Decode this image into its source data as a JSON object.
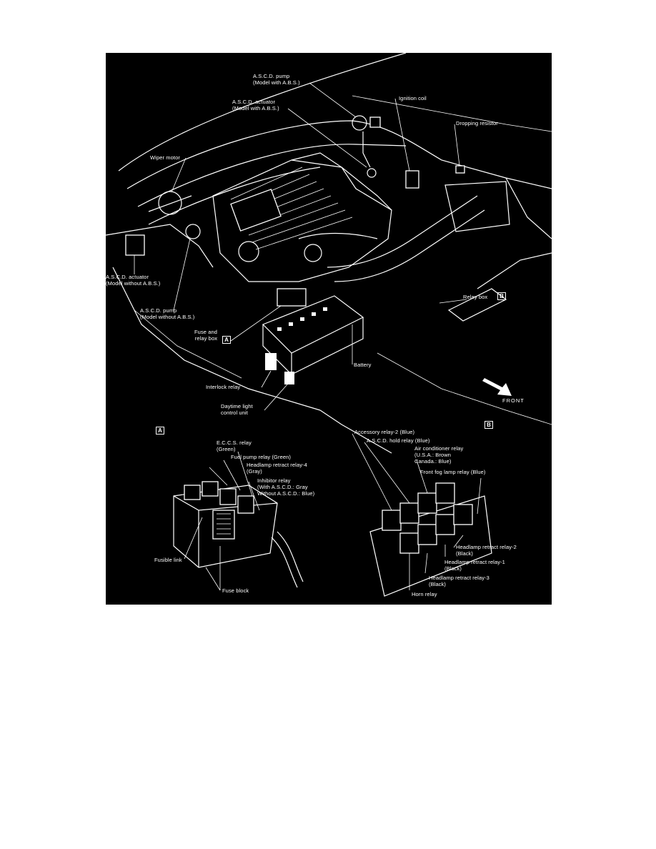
{
  "colors": {
    "background": "#000000",
    "ink": "#ffffff",
    "page": "#ffffff"
  },
  "engine": {
    "ascd_pump_abs": [
      "A.S.C.D. pump",
      "(Model with A.B.S.)"
    ],
    "ascd_actuator_abs": [
      "A.S.C.D. actuator",
      "(Model with A.B.S.)"
    ],
    "ignition_coil": "Ignition coil",
    "dropping_resistor": "Dropping resistor",
    "wiper_motor": "Wiper motor",
    "ascd_actuator_no_abs": [
      "A.S.C.D. actuator",
      "(Model without A.B.S.)"
    ],
    "ascd_pump_no_abs": [
      "A.S.C.D. pump",
      "(Model without A.B.S.)"
    ],
    "fuse_relay_box": [
      "Fuse and",
      "relay box"
    ],
    "relay_box": "Relay box",
    "battery": "Battery",
    "interlock_relay": "Interlock relay",
    "daytime_light": [
      "Daytime light",
      "control unit"
    ],
    "front": "FRONT"
  },
  "markers": {
    "a": "A",
    "b": "B"
  },
  "box_a": {
    "eccs_relay": [
      "E.C.C.S. relay",
      "(Green)"
    ],
    "fuel_pump_relay": "Fuel pump relay (Green)",
    "headlamp_retract_4": [
      "Headlamp retract relay-4",
      "(Gray)"
    ],
    "inhibitor_relay": [
      "Inhibitor relay",
      "(With A.S.C.D.: Gray",
      "Without A.S.C.D.: Blue)"
    ],
    "fusible_link": "Fusible link",
    "fuse_block": "Fuse block"
  },
  "box_b": {
    "accessory_relay_2": "Accessory relay-2 (Blue)",
    "ascd_hold_relay": "A.S.C.D. hold relay (Blue)",
    "air_conditioner_relay": [
      "Air conditioner relay",
      "(U.S.A.: Brown",
      "Canada.: Blue)"
    ],
    "front_fog_lamp_relay": "Front fog lamp relay (Blue)",
    "headlamp_retract_2": [
      "Headlamp retract relay-2",
      "(Black)"
    ],
    "headlamp_retract_1": [
      "Headlamp retract relay-1",
      "(Black)"
    ],
    "headlamp_retract_3": [
      "Headlamp retract relay-3",
      "(Black)"
    ],
    "horn_relay": "Horn relay"
  }
}
